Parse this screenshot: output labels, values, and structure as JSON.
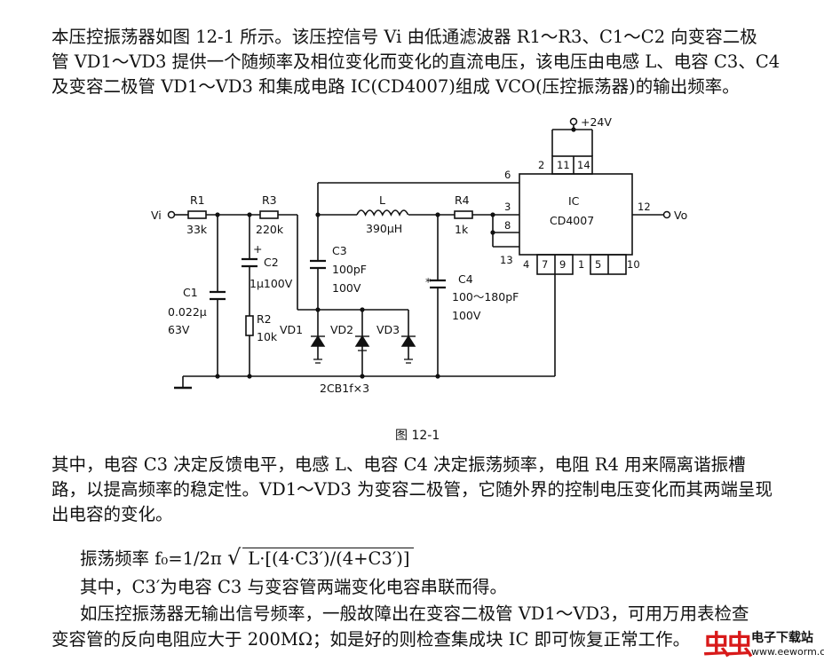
{
  "intro_lines": [
    "本压控振荡器如图 12-1 所示。该压控信号 Vi 由低通滤波器 R1～R3、C1～C2 向变容二极",
    "管 VD1～VD3 提供一个随频率及相位变化而变化的直流电压，该电压由电感 L、电容 C3、C4",
    "及变容二极管 VD1～VD3 和集成电路 IC(CD4007)组成 VCO(压控振荡器)的输出频率。"
  ],
  "circuit": {
    "supply": "+24V",
    "input_label": "Vi",
    "output_label": "Vo",
    "ic_name": "IC",
    "ic_part": "CD4007",
    "pins": {
      "p2": "2",
      "p11": "11",
      "p14": "14",
      "p6": "6",
      "p3": "3",
      "p8": "8",
      "p12": "12",
      "p13": "13",
      "p4": "4",
      "p7": "7",
      "p9": "9",
      "p1": "1",
      "p5": "5",
      "p10": "10"
    },
    "r1": {
      "name": "R1",
      "value": "33k"
    },
    "r3": {
      "name": "R3",
      "value": "220k"
    },
    "r2": {
      "name": "R2",
      "value": "10k"
    },
    "r4": {
      "name": "R4",
      "value": "1k"
    },
    "c1": {
      "name": "C1",
      "value": "0.022μ",
      "voltage": "63V"
    },
    "c2": {
      "name": "C2",
      "value": "1μ100V",
      "polarity": "+"
    },
    "c3": {
      "name": "C3",
      "value": "100pF",
      "voltage": "100V"
    },
    "c4": {
      "name": "C4",
      "value": "100～180pF",
      "voltage": "100V",
      "mark": "*"
    },
    "l": {
      "name": "L",
      "value": "390μH"
    },
    "vd1": "VD1",
    "vd2": "VD2",
    "vd3": "VD3",
    "diode_type": "2CB1f×3"
  },
  "figure_caption": "图 12-1",
  "body_lines": [
    "其中，电容 C3 决定反馈电平，电感 L、电容 C4 决定振荡频率，电阻 R4 用来隔离谐振槽",
    "路，以提高频率的稳定性。VD1～VD3 为变容二极管，它随外界的控制电压变化而其两端呈现",
    "出电容的变化。"
  ],
  "formula": {
    "prefix": "振荡频率 f₀=1/2π",
    "radicand": "L·[(4·C3′)/(4+C3′)]"
  },
  "note_line": "其中，C3′为电容 C3 与变容管两端变化电容串联而得。",
  "fault_lines": [
    "如压控振荡器无输出信号频率，一般故障出在变容二极管 VD1～VD3，可用万用表检查",
    "变容管的反向电阻应大于 200MΩ；如是好的则检查集成块 IC 即可恢复正常工作。"
  ],
  "watermark": {
    "logo": "虫虫",
    "title": "电子下载站",
    "url": "www.eeworm.com",
    "logo_color": "#d81a1a"
  }
}
